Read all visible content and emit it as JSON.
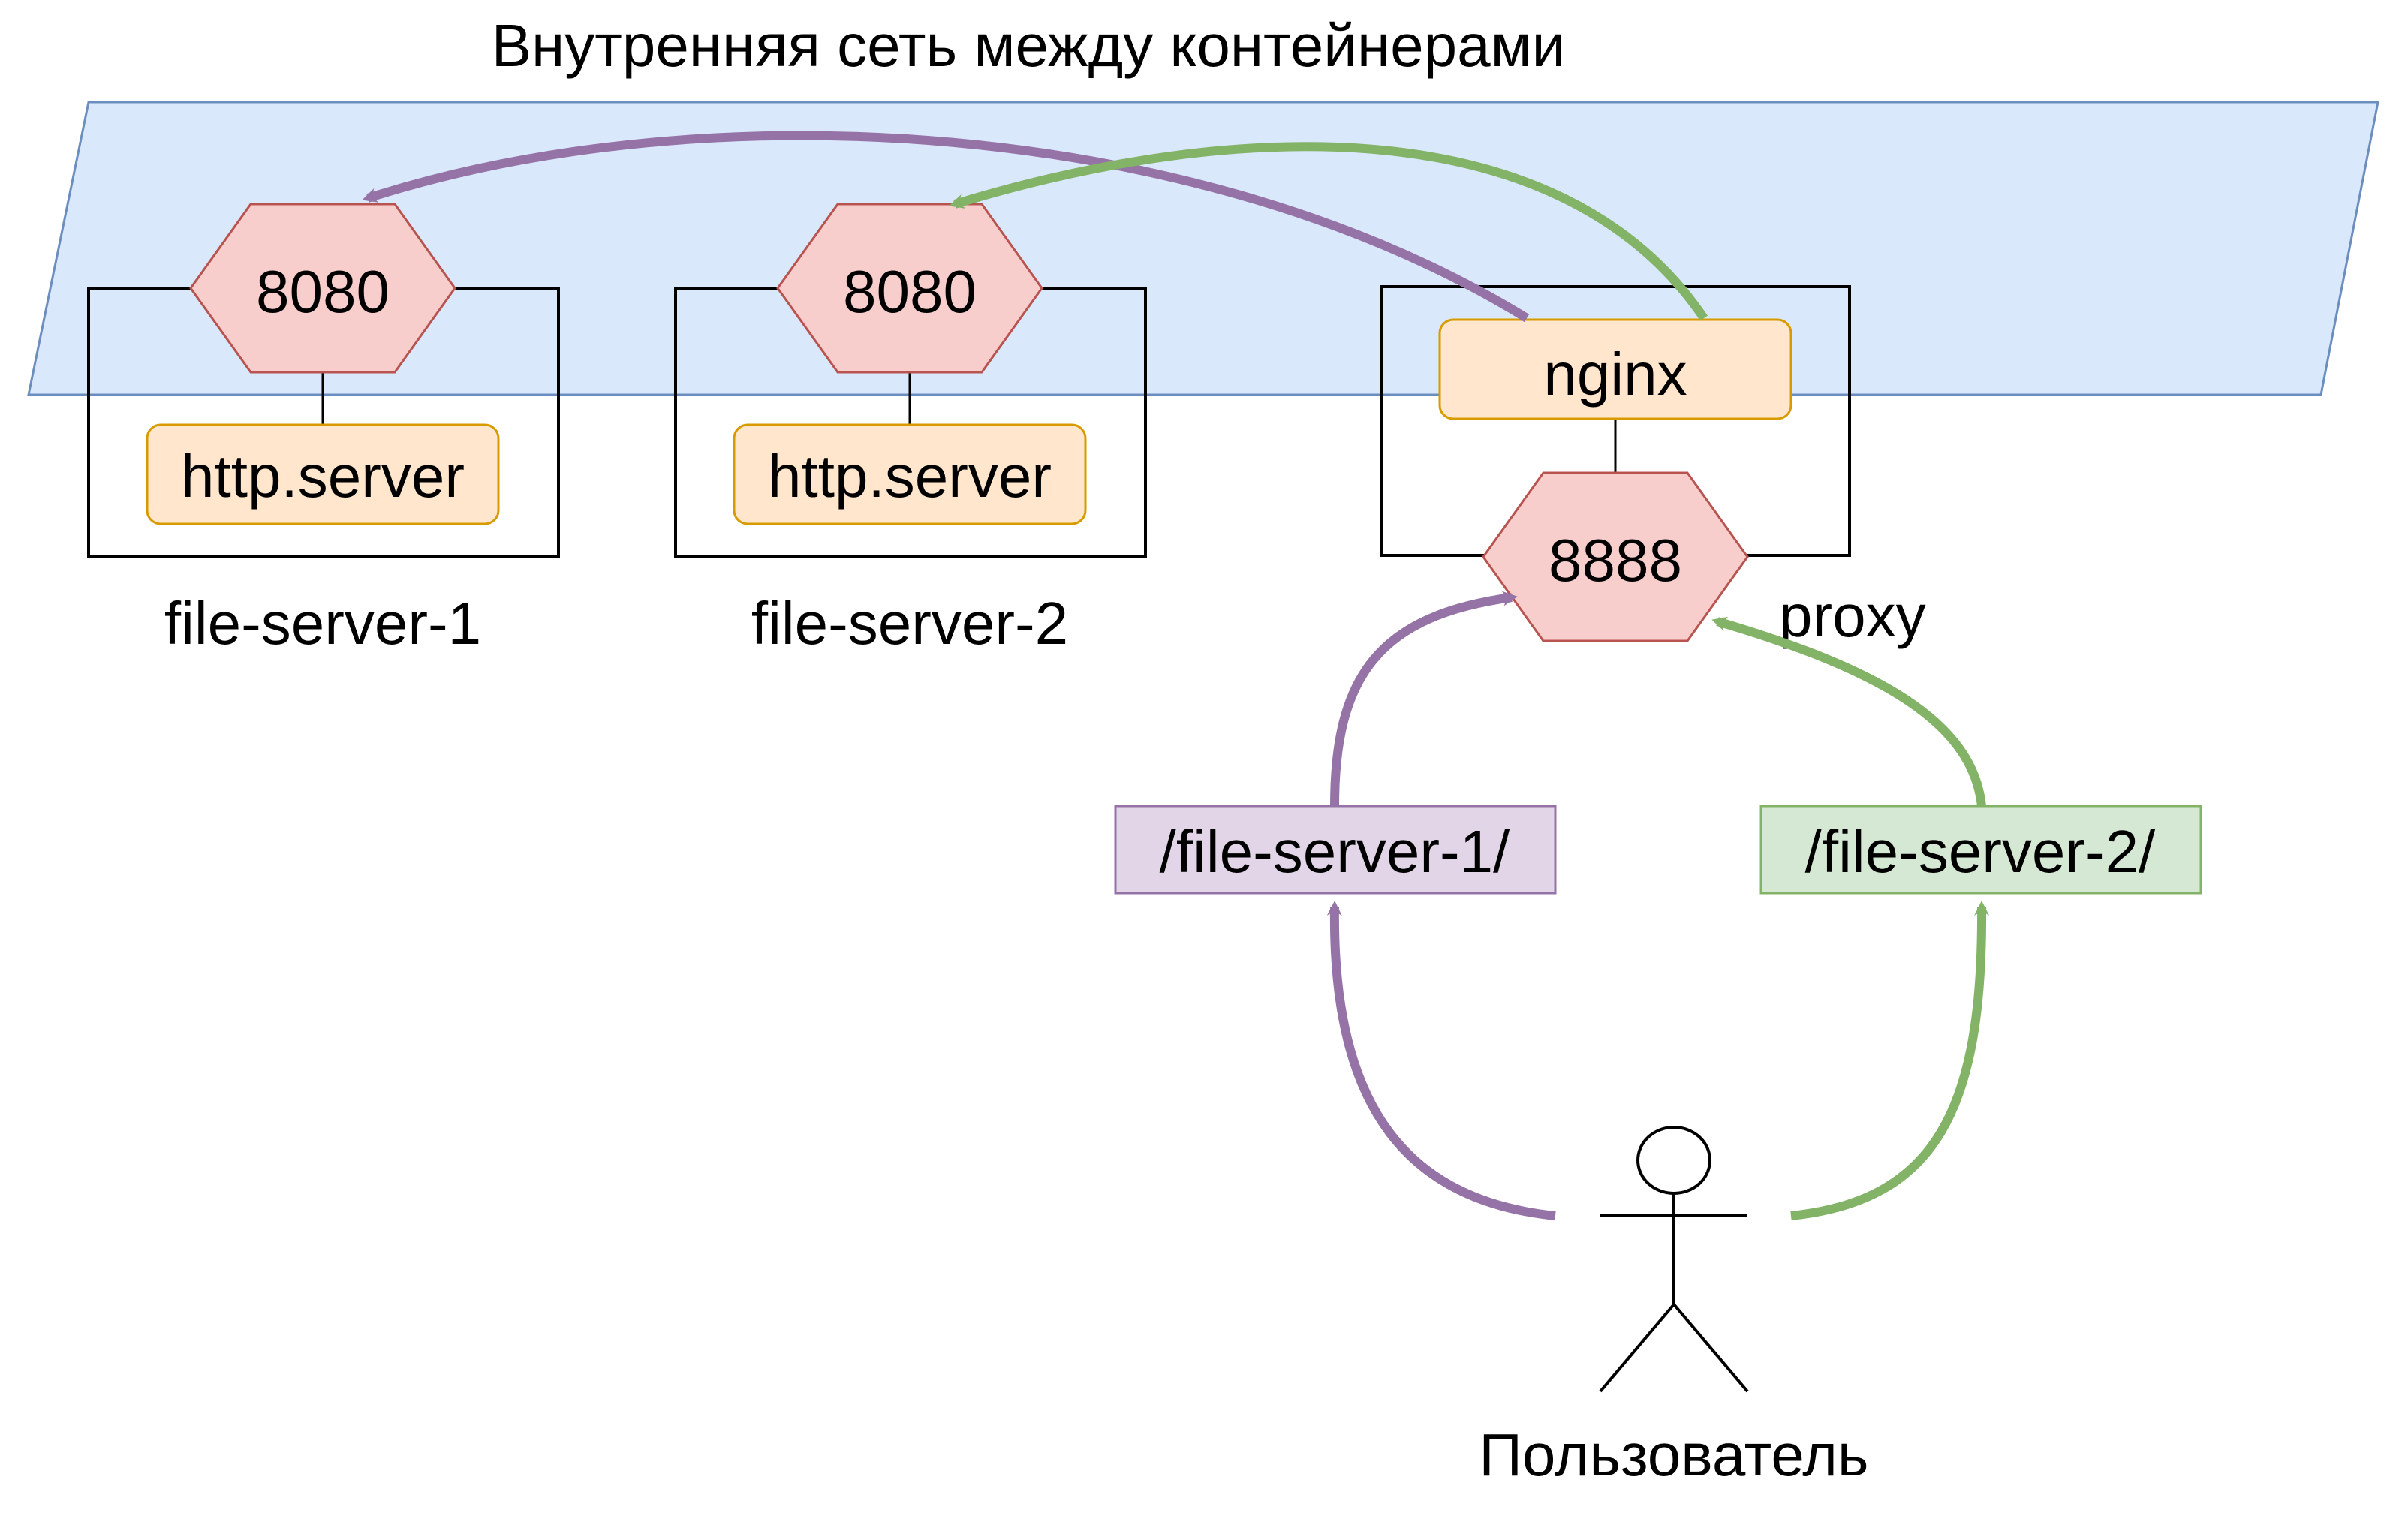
{
  "network": {
    "label": "Внутренняя сеть между контейнерами"
  },
  "containers": [
    {
      "name": "file-server-1",
      "port": "8080",
      "process": "http.server"
    },
    {
      "name": "file-server-2",
      "port": "8080",
      "process": "http.server"
    },
    {
      "name": "proxy",
      "port": "8888",
      "process": "nginx"
    }
  ],
  "routes": [
    {
      "path": "/file-server-1/",
      "color": "#9673a6",
      "fill": "#e1d5e7"
    },
    {
      "path": "/file-server-2/",
      "color": "#82b366",
      "fill": "#d5e8d4"
    }
  ],
  "user": {
    "label": "Пользователь"
  },
  "colors": {
    "network_fill": "#dae8fc",
    "network_stroke": "#6c8ebf",
    "port_fill": "#f8cecc",
    "port_stroke": "#b85450",
    "process_fill": "#ffe6cc",
    "process_stroke": "#d79b00"
  }
}
